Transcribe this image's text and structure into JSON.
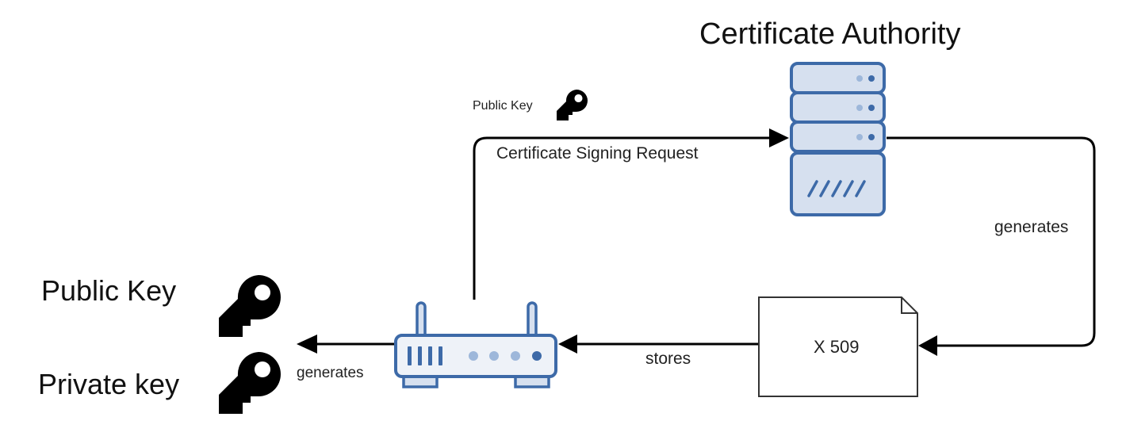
{
  "diagram": {
    "title": "Certificate Authority",
    "nodes": {
      "certificate_authority": {
        "label": "Certificate Authority",
        "icon": "server-rack-icon"
      },
      "router": {
        "label": "",
        "icon": "router-icon"
      },
      "certificate": {
        "label": "X 509",
        "icon": "document-icon"
      },
      "public_key": {
        "label": "Public Key",
        "icon": "key-icon"
      },
      "private_key": {
        "label": "Private key",
        "icon": "key-icon"
      }
    },
    "edges": [
      {
        "from": "router",
        "to": "certificate_authority",
        "label": "Certificate Signing Request",
        "annotation": "Public Key",
        "annotation_icon": "key-icon"
      },
      {
        "from": "certificate_authority",
        "to": "certificate",
        "label": "generates"
      },
      {
        "from": "certificate",
        "to": "router",
        "label": "stores"
      },
      {
        "from": "router",
        "to": "keys",
        "label": "generates"
      }
    ],
    "colors": {
      "icon_stroke": "#3d6aa8",
      "icon_fill_light": "#d6e0ef",
      "router_fill": "#eef2f8",
      "led_light": "#9db7da",
      "led_dark": "#3d6aa8",
      "edge": "#000000",
      "text": "#111111"
    }
  }
}
